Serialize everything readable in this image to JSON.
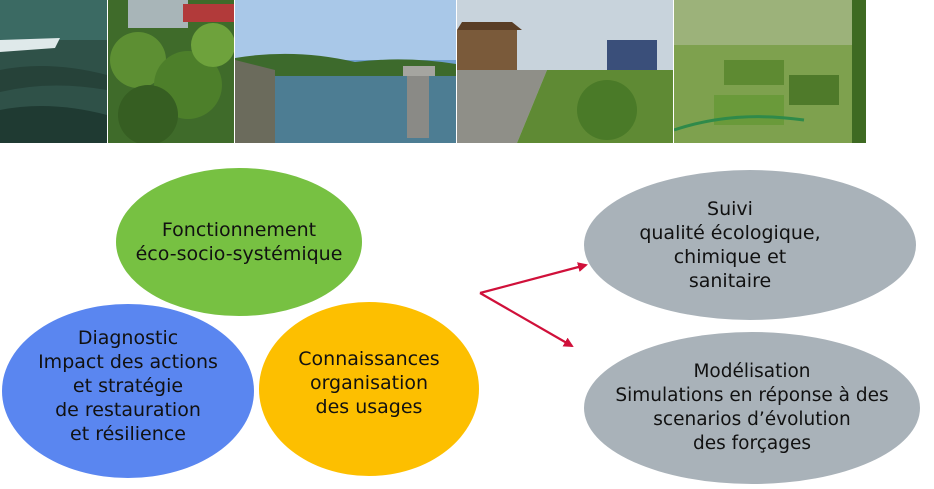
{
  "photos": [
    {
      "name": "water-surface-photo"
    },
    {
      "name": "garden-plants-photo"
    },
    {
      "name": "reservoir-dam-photo"
    },
    {
      "name": "urban-garden-photo"
    },
    {
      "name": "vegetable-plots-photo"
    }
  ],
  "ellipses": {
    "fonctionnement": {
      "text": "Fonctionnement\néco-socio-systémique",
      "color": "#77c142"
    },
    "diagnostic": {
      "text": "Diagnostic\nImpact des actions\net stratégie\nde restauration\net résilience",
      "color": "#5a86f0"
    },
    "connaissances": {
      "text": "Connaissances\norganisation\ndes usages",
      "color": "#fdbf00"
    },
    "suivi": {
      "text": "Suivi\nqualité écologique,\nchimique et\nsanitaire",
      "color": "#a9b2b9"
    },
    "modelisation": {
      "text": "Modélisation\nSimulations en réponse à des\nscenarios d’évolution\ndes forçages",
      "color": "#a9b2b9"
    }
  },
  "arrow_color": "#d0103a"
}
